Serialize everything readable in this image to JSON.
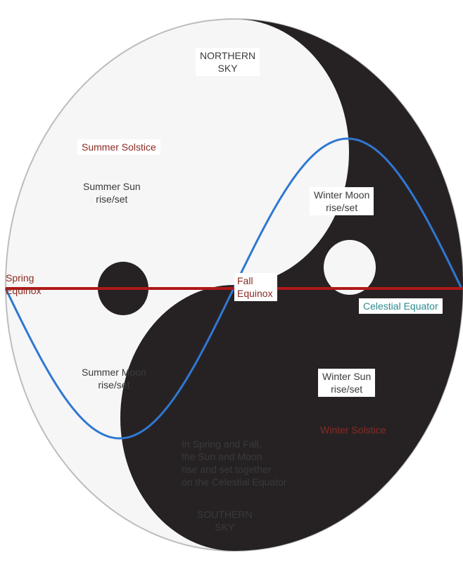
{
  "labels": {
    "northern_sky": [
      "NORTHERN",
      "SKY"
    ],
    "summer_solstice": "Summer Solstice",
    "summer_sun": [
      "Summer Sun",
      "rise/set"
    ],
    "winter_moon": [
      "Winter Moon",
      "rise/set"
    ],
    "spring_equinox": [
      "Spring",
      "Equinox"
    ],
    "fall_equinox": [
      "Fall",
      "Equinox"
    ],
    "celestial_equator": "Celestial Equator",
    "summer_moon": [
      "Summer Moon",
      "rise/set"
    ],
    "winter_sun": [
      "Winter Sun",
      "rise/set"
    ],
    "winter_solstice": "Winter Solstice",
    "note": [
      "In Spring and Fall,",
      "the Sun and Moon",
      "rise and set together",
      "on the Celestial Equator"
    ],
    "southern_sky": [
      "SOUTHERN",
      "SKY"
    ]
  },
  "colors": {
    "dark_half": "#262224",
    "light_half": "#f6f6f6",
    "equator_line": "#b01818",
    "sine_curve": "#2f78d2",
    "label_red": "#8a2a22",
    "label_teal": "#2b8a8f"
  }
}
